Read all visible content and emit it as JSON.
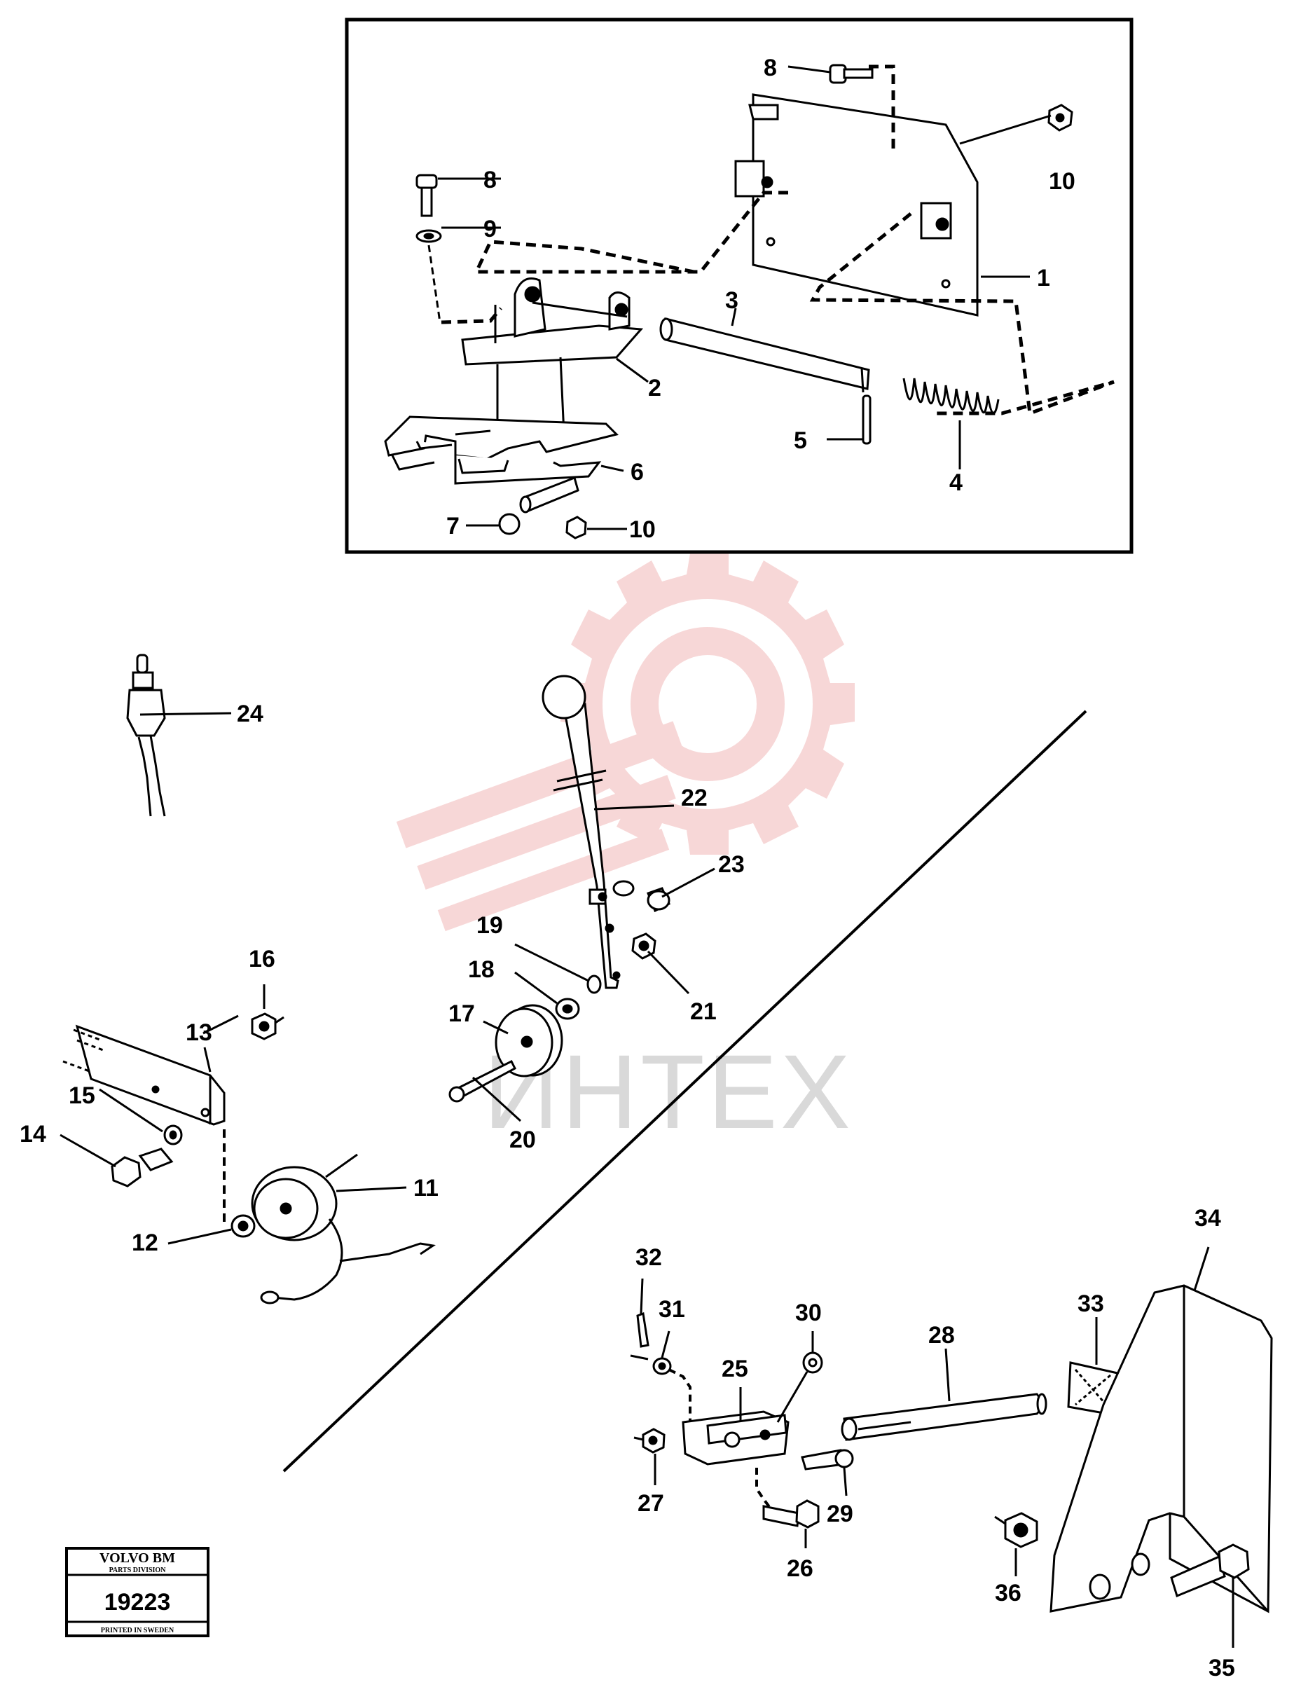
{
  "diagram": {
    "part_labels": {
      "l1": "1",
      "l2": "2",
      "l3": "3",
      "l4": "4",
      "l5": "5",
      "l6": "6",
      "l7": "7",
      "l8a": "8",
      "l8b": "8",
      "l9": "9",
      "l10a": "10",
      "l10b": "10",
      "l11": "11",
      "l12": "12",
      "l13": "13",
      "l14": "14",
      "l15": "15",
      "l16": "16",
      "l17": "17",
      "l18": "18",
      "l19": "19",
      "l20": "20",
      "l21": "21",
      "l22": "22",
      "l23": "23",
      "l24": "24",
      "l25": "25",
      "l26": "26",
      "l27": "27",
      "l28": "28",
      "l29": "29",
      "l30": "30",
      "l31": "31",
      "l32": "32",
      "l33": "33",
      "l34": "34",
      "l35": "35",
      "l36": "36"
    }
  },
  "stamp": {
    "brand": "VOLVO BM",
    "division": "PARTS DIVISION",
    "number": "19223",
    "footer": "PRINTED IN SWEDEN"
  },
  "watermark": {
    "text": "ИНТЕХ",
    "color": "#f2b8b8"
  }
}
